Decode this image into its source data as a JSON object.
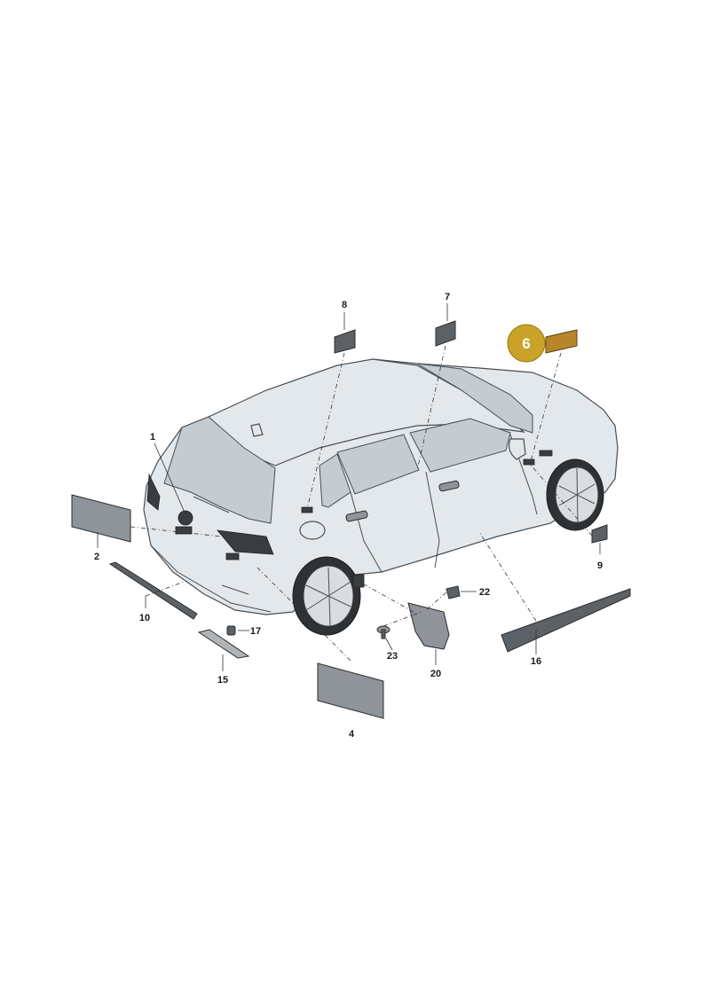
{
  "diagram": {
    "subject": "vehicle exterior badges and trim parts",
    "callouts": [
      {
        "id": "1",
        "text": "1"
      },
      {
        "id": "2",
        "text": "2"
      },
      {
        "id": "4",
        "text": "4"
      },
      {
        "id": "6",
        "text": "6",
        "highlighted": true
      },
      {
        "id": "7",
        "text": "7"
      },
      {
        "id": "8",
        "text": "8"
      },
      {
        "id": "9",
        "text": "9"
      },
      {
        "id": "10",
        "text": "10"
      },
      {
        "id": "15",
        "text": "15"
      },
      {
        "id": "16",
        "text": "16"
      },
      {
        "id": "17",
        "text": "17"
      },
      {
        "id": "20",
        "text": "20"
      },
      {
        "id": "22",
        "text": "22"
      },
      {
        "id": "23",
        "text": "23"
      }
    ],
    "colors": {
      "highlight": "#c9a227",
      "highlight_part": "#b8862a",
      "car_body": "#e3e8ec",
      "part": "#5c6166"
    }
  }
}
